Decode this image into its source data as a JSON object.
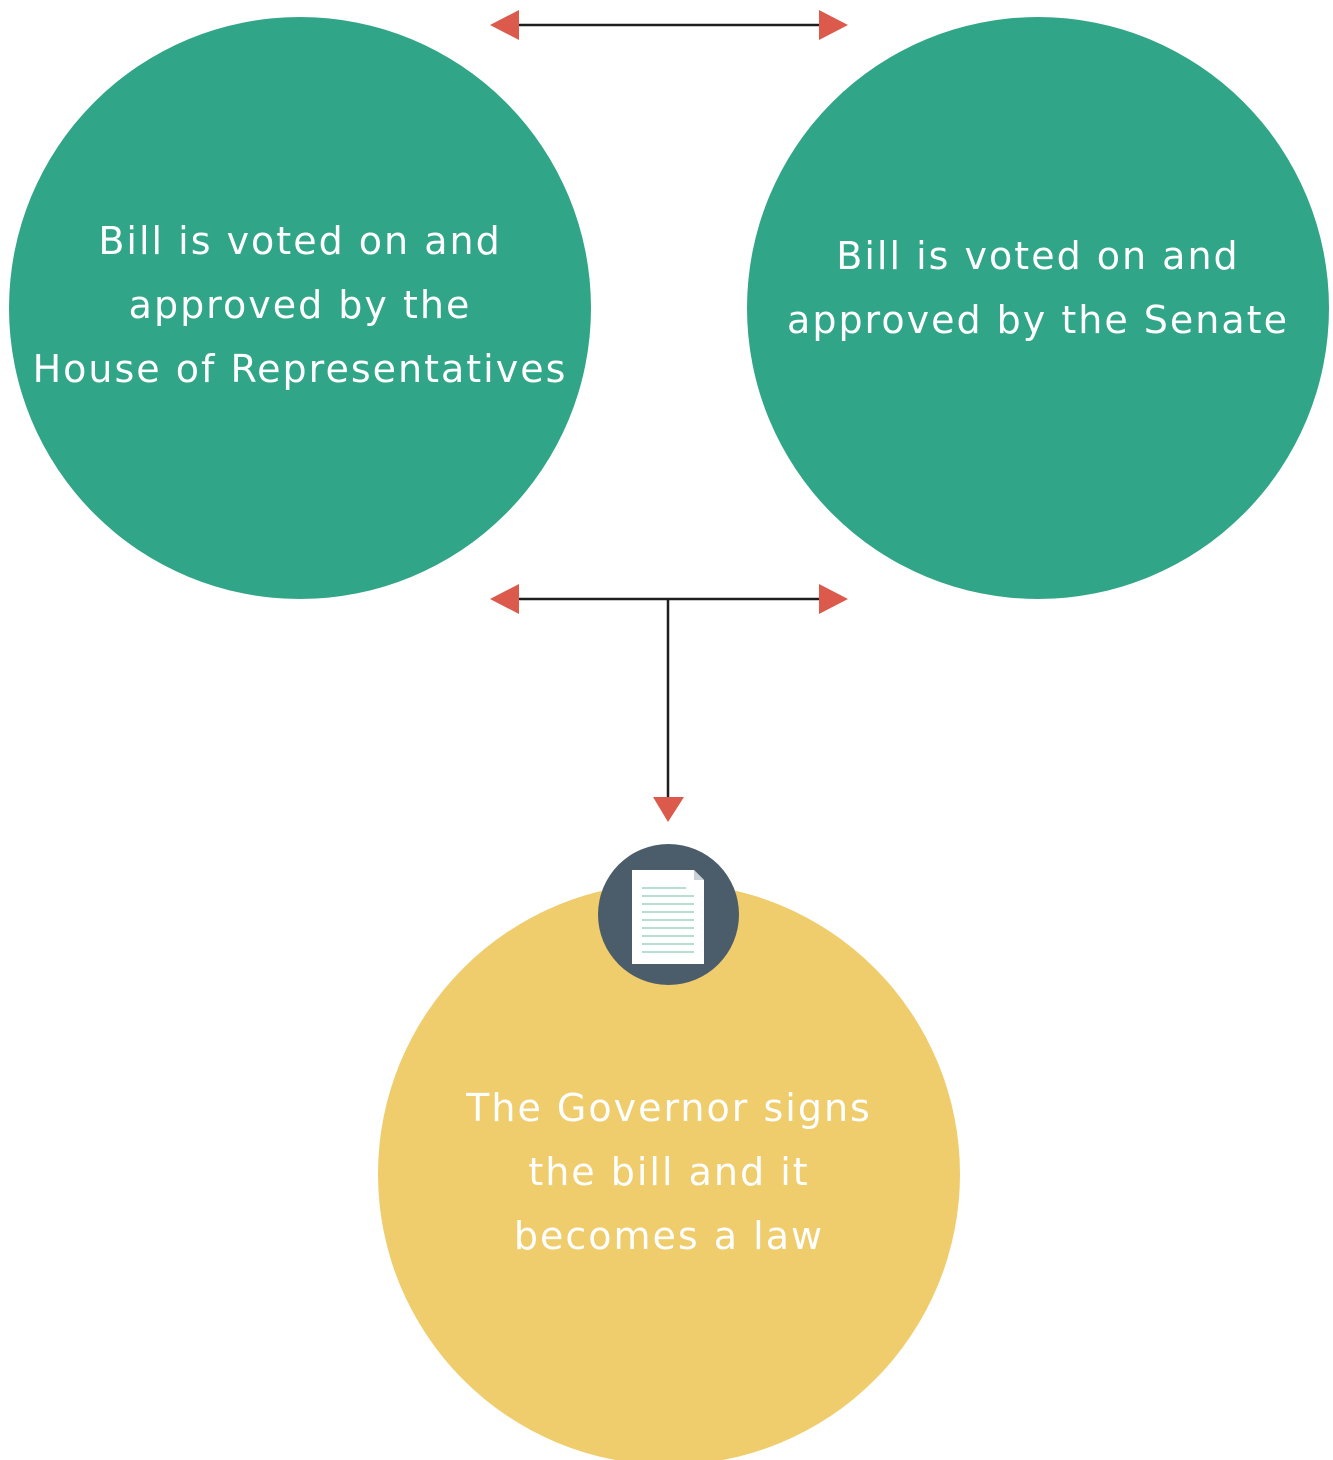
{
  "colors": {
    "node_green": "#31a587",
    "node_yellow": "#efcc6c",
    "badge_slate": "#4b5d6b",
    "arrow_head": "#db5a4b",
    "line": "#1f1f1f"
  },
  "nodes": {
    "house": {
      "text": "Bill is voted on and\napproved by the\nHouse of Representatives"
    },
    "senate": {
      "text": "Bill is voted on and\napproved by the Senate"
    },
    "governor": {
      "text": "The Governor signs\nthe bill and it\nbecomes a law"
    }
  },
  "icons": {
    "badge": "document-icon"
  }
}
